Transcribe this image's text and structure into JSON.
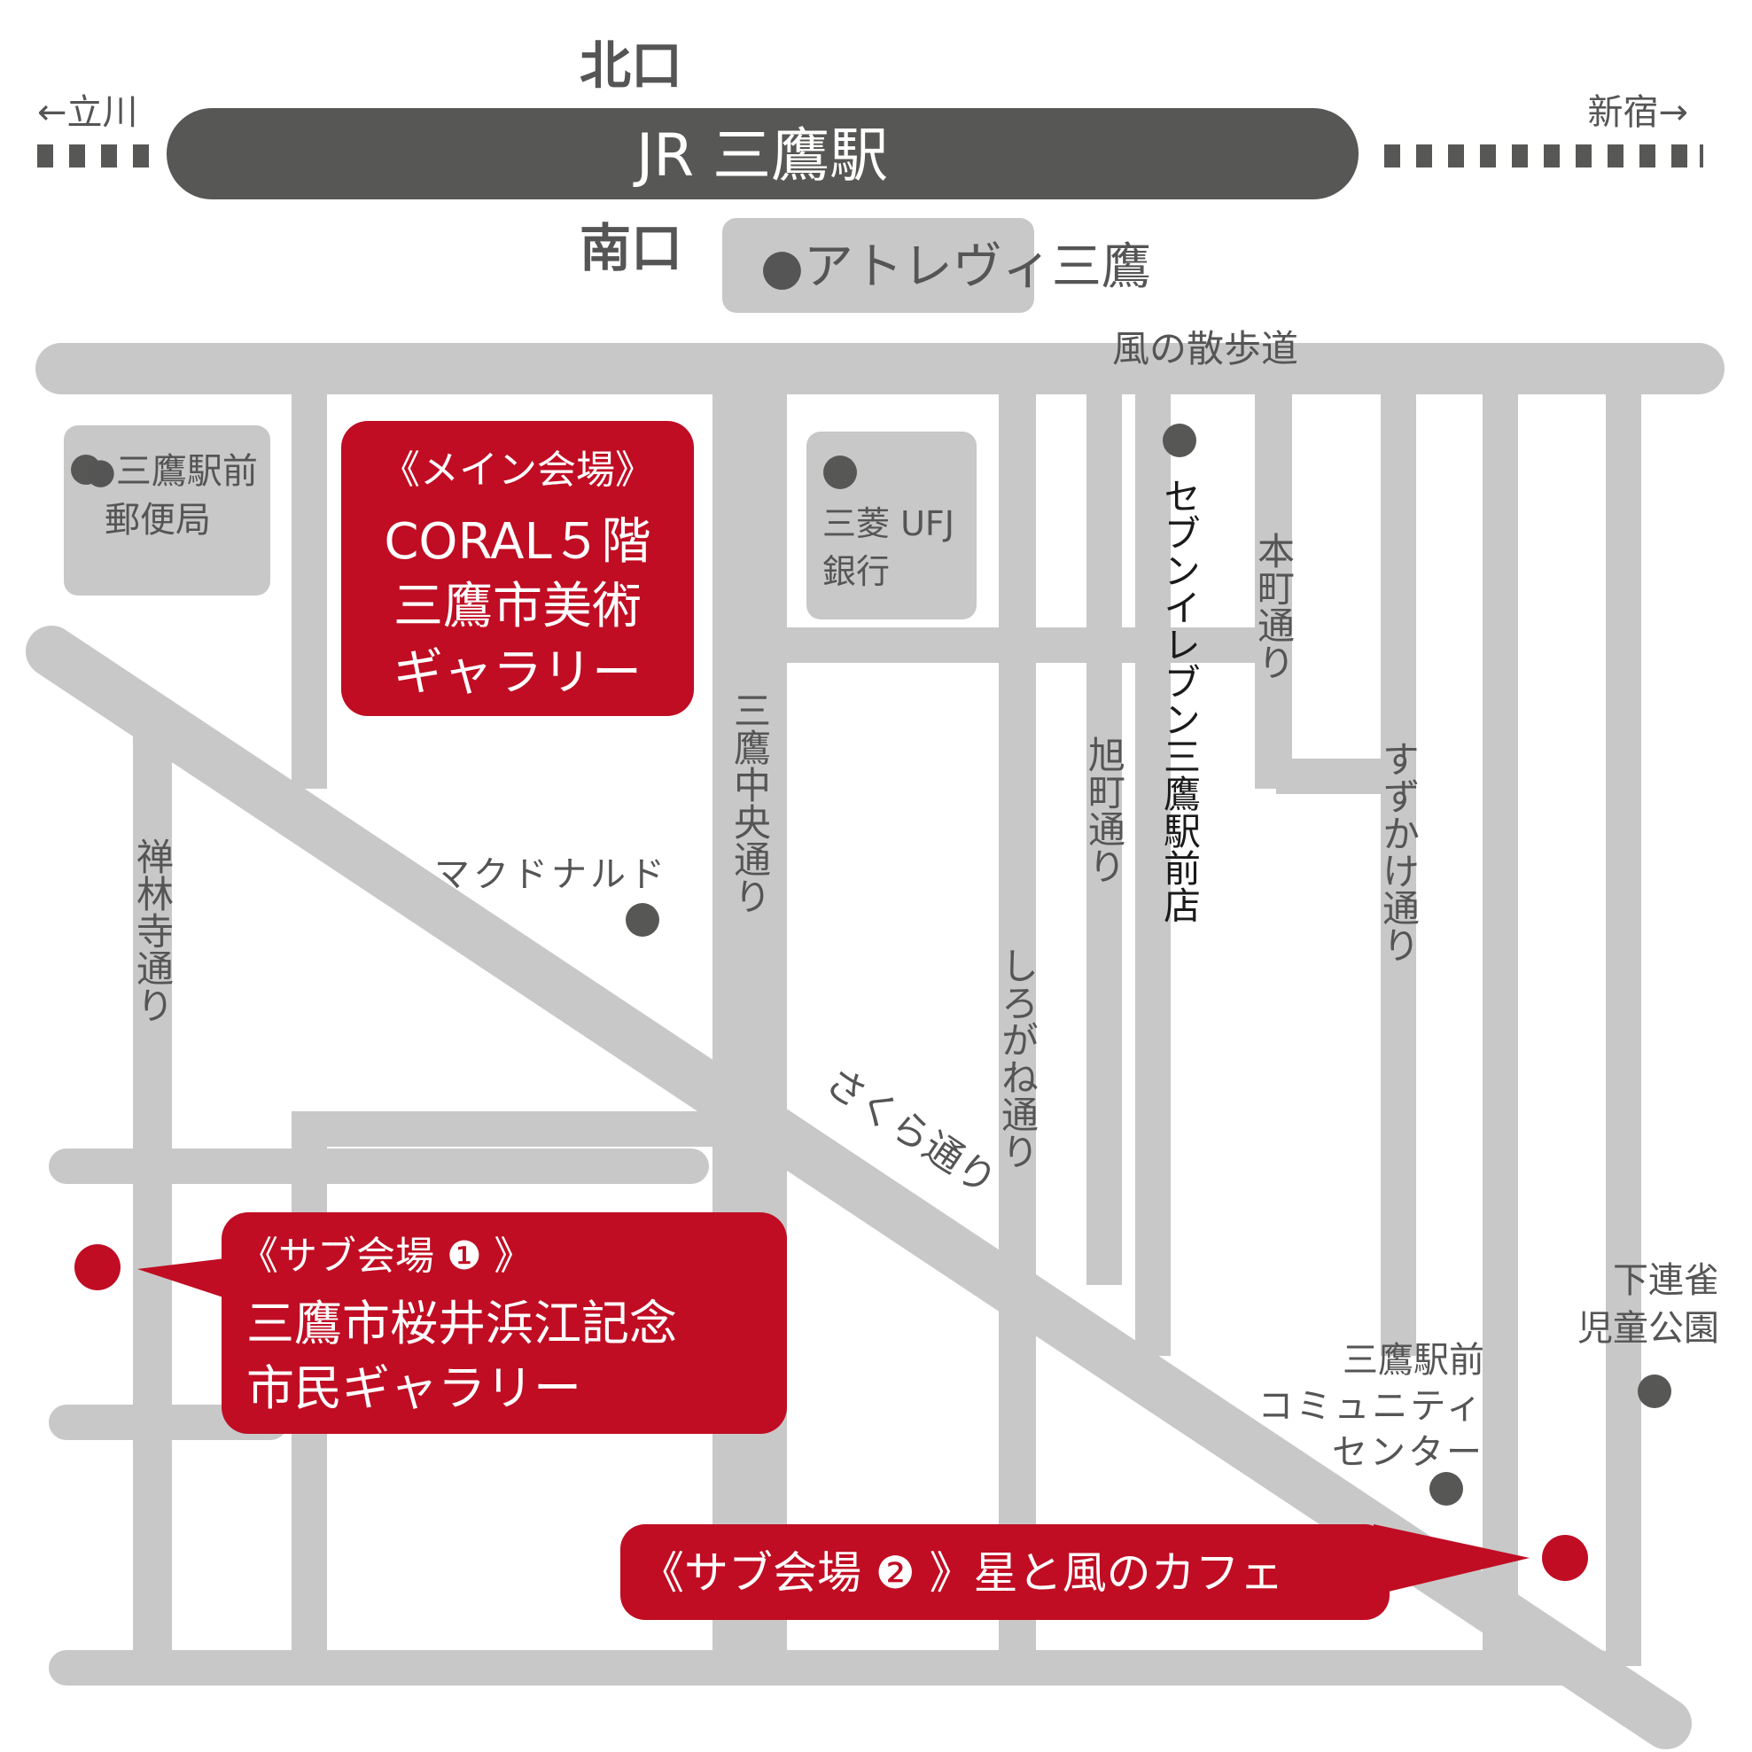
{
  "colors": {
    "road": "#c8c8c8",
    "station_bar": "#575756",
    "building": "#c8c8c8",
    "venue": "#c00d23",
    "text": "#555555",
    "dot": "#575756"
  },
  "station": {
    "north_exit": "北口",
    "south_exit": "南口",
    "name": "JR 三鷹駅",
    "left_direction": "←立川",
    "right_direction": "新宿→"
  },
  "landmarks": {
    "atre": "●アトレヴィ三鷹",
    "post_office_line1": "●三鷹駅前",
    "post_office_line2": "郵便局",
    "bank_line1": "三菱 UFJ",
    "bank_line2": "銀行",
    "seven_eleven": "セブンイレブン三鷹駅前店",
    "mcdonalds": "マクドナルド",
    "community_line1": "三鷹駅前",
    "community_line2": "コミュニティ",
    "community_line3": "センター",
    "park_line1": "下連雀",
    "park_line2": "児童公園"
  },
  "streets": {
    "kaze_promenade": "風の散歩道",
    "zenrinji": "禅林寺通り",
    "mitaka_chuo": "三鷹中央通り",
    "shirogane": "しろがね通り",
    "asahicho": "旭町通り",
    "honcho": "本町通り",
    "suzukake": "すずかけ通り",
    "sakura": "さくら通り"
  },
  "venues": {
    "main_line1": "《メイン会場》",
    "main_line2": "CORAL５階",
    "main_line3": "三鷹市美術",
    "main_line4": "ギャラリー",
    "sub1_line1": "《サブ会場 ❶ 》",
    "sub1_line2": "三鷹市桜井浜江記念",
    "sub1_line3": "市民ギャラリー",
    "sub2": "《サブ会場 ❷ 》星と風のカフェ"
  }
}
